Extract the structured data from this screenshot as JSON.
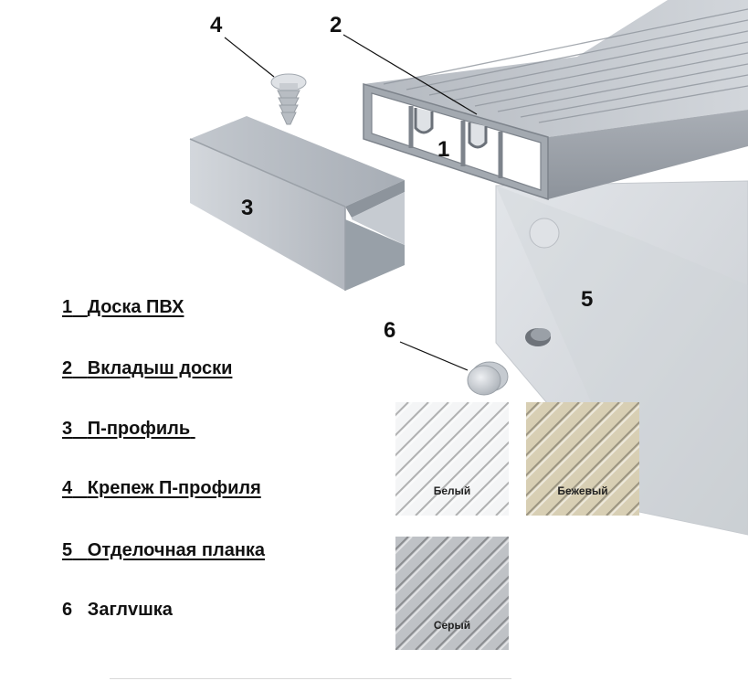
{
  "callouts": {
    "board": "1",
    "insert": "2",
    "u_profile": "3",
    "fastener": "4",
    "trim_strip": "5",
    "cap": "6"
  },
  "legend": [
    {
      "num": "1",
      "label": "Доска ПВХ"
    },
    {
      "num": "2",
      "label": "Вкладыш доски"
    },
    {
      "num": "3",
      "label": "П-профиль"
    },
    {
      "num": "4",
      "label": "Крепеж П-профиля"
    },
    {
      "num": "5",
      "label": "Отделочная планка"
    },
    {
      "num": "6",
      "label": "Заглvшка"
    }
  ],
  "swatches": [
    {
      "label": "Белый",
      "color": "#f4f5f6"
    },
    {
      "label": "Бежевый",
      "color": "#d8cfb4"
    },
    {
      "label": "Серый",
      "color": "#bfc2c6"
    }
  ]
}
